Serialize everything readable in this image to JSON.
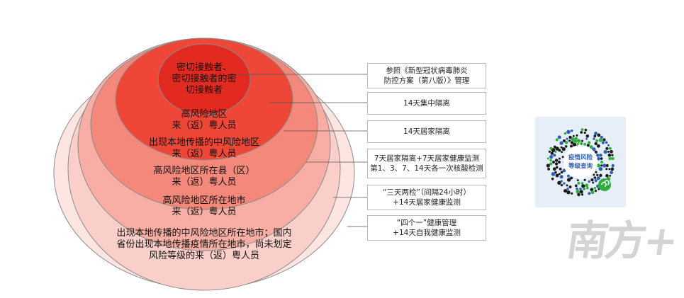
{
  "rings": [
    {
      "id": "ring-1",
      "fill": "#e32a20",
      "lines": [
        "密切接触者、",
        "密切接触者的密",
        "切接触者"
      ]
    },
    {
      "id": "ring-2",
      "fill": "#ee4637",
      "lines": [
        "高风险地区",
        "来（返）粤人员"
      ]
    },
    {
      "id": "ring-3",
      "fill": "#f4887b",
      "lines": [
        "出现本地传播的中风险地区",
        "来（返）粤人员"
      ]
    },
    {
      "id": "ring-4",
      "fill": "#f8aea4",
      "lines": [
        "高风险地区所在县（区）",
        "来（返）粤人员"
      ]
    },
    {
      "id": "ring-5",
      "fill": "#fbcfc9",
      "lines": [
        "高风险地区所在地市",
        "来（返）粤人员"
      ]
    },
    {
      "id": "ring-6",
      "fill": "#fde5e2",
      "lines": [
        "出现本地传播的中风险地区所在地市；国内",
        "省份出现本地传播疫情所在地市，尚未划定",
        "风险等级的来（返）粤人员"
      ]
    }
  ],
  "measures": [
    {
      "id": "measure-1",
      "lines": [
        "参照《新型冠状病毒肺炎",
        "防控方案（第八版）》管理"
      ]
    },
    {
      "id": "measure-2",
      "lines": [
        "14天集中隔离"
      ]
    },
    {
      "id": "measure-3",
      "lines": [
        "14天居家隔离"
      ]
    },
    {
      "id": "measure-4",
      "lines": [
        "7天居家隔离+7天居家健康监测",
        "第1、3、7、14天各一次核酸检测"
      ]
    },
    {
      "id": "measure-5",
      "lines": [
        "“三天两检”（间隔24小时）",
        "+14天居家健康监测"
      ]
    },
    {
      "id": "measure-6",
      "lines": [
        "“四个一”健康管理",
        "+14天自我健康监测"
      ]
    }
  ],
  "qr": {
    "center_lines": [
      "疫情风险",
      "等级查询"
    ],
    "brand_color": "#2fae3f",
    "center_color": "#2f5fb5",
    "icon": "mini-program-icon"
  },
  "watermark": {
    "text": "南方+",
    "color": "#d4d4d4"
  },
  "colors": {
    "outline": "#8a8a8a",
    "connector": "#555555",
    "box_border": "#b9b9b9"
  }
}
